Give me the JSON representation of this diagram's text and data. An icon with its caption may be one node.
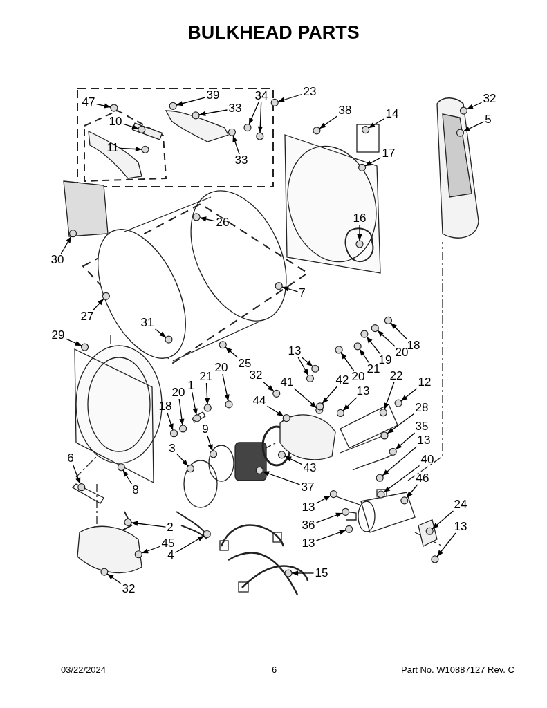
{
  "diagram": {
    "title": "BULKHEAD PARTS",
    "nodes": [
      {
        "text": [
          "47"
        ]
      },
      {
        "text": [
          "39"
        ]
      },
      {
        "text": [
          "33"
        ]
      },
      {
        "text": [
          "34"
        ]
      },
      {
        "text": [
          "23"
        ]
      },
      {
        "text": [
          "10"
        ]
      },
      {
        "text": [
          "11"
        ]
      },
      {
        "text": [
          "33"
        ]
      },
      {
        "text": [
          "38"
        ]
      },
      {
        "text": [
          "14"
        ]
      },
      {
        "text": [
          "17"
        ]
      },
      {
        "text": [
          "32"
        ]
      },
      {
        "text": [
          "5"
        ]
      },
      {
        "text": [
          "16"
        ]
      },
      {
        "text": [
          "26"
        ]
      },
      {
        "text": [
          "30"
        ]
      },
      {
        "text": [
          "7"
        ]
      },
      {
        "text": [
          "27"
        ]
      },
      {
        "text": [
          "31"
        ]
      },
      {
        "text": [
          "29"
        ]
      },
      {
        "text": [
          "25"
        ]
      },
      {
        "text": [
          "18"
        ]
      },
      {
        "text": [
          "20"
        ]
      },
      {
        "text": [
          "19"
        ]
      },
      {
        "text": [
          "21"
        ]
      },
      {
        "text": [
          "20"
        ]
      },
      {
        "text": [
          "13"
        ]
      },
      {
        "text": [
          "41"
        ]
      },
      {
        "text": [
          "42"
        ]
      },
      {
        "text": [
          "13"
        ]
      },
      {
        "text": [
          "22"
        ]
      },
      {
        "text": [
          "12"
        ]
      },
      {
        "text": [
          "28"
        ]
      },
      {
        "text": [
          "35"
        ]
      },
      {
        "text": [
          "13"
        ]
      },
      {
        "text": [
          "40"
        ]
      },
      {
        "text": [
          "46"
        ]
      },
      {
        "text": [
          "24"
        ]
      },
      {
        "text": [
          "13"
        ]
      },
      {
        "text": [
          "13"
        ]
      },
      {
        "text": [
          "36"
        ]
      },
      {
        "text": [
          "13"
        ]
      },
      {
        "text": [
          "15"
        ]
      },
      {
        "text": [
          "32"
        ]
      },
      {
        "text": [
          "44"
        ]
      },
      {
        "text": [
          "21"
        ]
      },
      {
        "text": [
          "20"
        ]
      },
      {
        "text": [
          "18"
        ]
      },
      {
        "text": [
          "20"
        ]
      },
      {
        "text": [
          "1"
        ]
      },
      {
        "text": [
          "9"
        ]
      },
      {
        "text": [
          "3"
        ]
      },
      {
        "text": [
          "43"
        ]
      },
      {
        "text": [
          "37"
        ]
      },
      {
        "text": [
          "6"
        ]
      },
      {
        "text": [
          "8"
        ]
      },
      {
        "text": [
          "2"
        ]
      },
      {
        "text": [
          "45"
        ]
      },
      {
        "text": [
          "4"
        ]
      },
      {
        "text": [
          "32"
        ]
      },
      {
        "text": [],
        "shape": "circle"
      },
      {
        "text": [],
        "shape": "circle"
      },
      {
        "text": [],
        "shape": "circle"
      },
      {
        "text": [],
        "shape": "circle"
      },
      {
        "text": [],
        "shape": "circle"
      },
      {
        "text": [],
        "shape": "circle"
      },
      {
        "text": [],
        "shape": "circle"
      },
      {
        "text": [],
        "shape": "circle"
      },
      {
        "text": [],
        "shape": "circle"
      },
      {
        "text": [],
        "shape": "circle"
      },
      {
        "text": [],
        "shape": "circle"
      },
      {
        "text": [],
        "shape": "circle"
      },
      {
        "text": [],
        "shape": "circle"
      },
      {
        "text": [],
        "shape": "circle"
      },
      {
        "text": [],
        "shape": "circle"
      },
      {
        "text": [],
        "shape": "circle"
      },
      {
        "text": [],
        "shape": "circle"
      },
      {
        "text": [],
        "shape": "circle"
      },
      {
        "text": [],
        "shape": "circle"
      },
      {
        "text": [],
        "shape": "circle"
      },
      {
        "text": [],
        "shape": "circle"
      },
      {
        "text": [],
        "shape": "circle"
      },
      {
        "text": [],
        "shape": "circle"
      },
      {
        "text": [],
        "shape": "circle"
      },
      {
        "text": [],
        "shape": "circle"
      },
      {
        "text": [],
        "shape": "circle"
      },
      {
        "text": [],
        "shape": "circle"
      },
      {
        "text": [],
        "shape": "circle"
      },
      {
        "text": [],
        "shape": "circle"
      },
      {
        "text": [],
        "shape": "circle"
      },
      {
        "text": [],
        "shape": "circle"
      },
      {
        "text": [],
        "shape": "circle"
      },
      {
        "text": [],
        "shape": "circle"
      },
      {
        "text": [],
        "shape": "circle"
      },
      {
        "text": [],
        "shape": "circle"
      },
      {
        "text": [],
        "shape": "circle"
      },
      {
        "text": [],
        "shape": "circle"
      },
      {
        "text": [],
        "shape": "circle"
      },
      {
        "text": [],
        "shape": "circle"
      },
      {
        "text": [],
        "shape": "circle"
      },
      {
        "text": [],
        "shape": "circle"
      },
      {
        "text": [],
        "shape": "circle"
      },
      {
        "text": [],
        "shape": "circle"
      },
      {
        "text": [],
        "shape": "circle"
      },
      {
        "text": [],
        "shape": "circle"
      },
      {
        "text": [],
        "shape": "circle"
      },
      {
        "text": [],
        "shape": "circle"
      },
      {
        "text": [],
        "shape": "circle"
      },
      {
        "text": [],
        "shape": "circle"
      },
      {
        "text": [],
        "shape": "circle"
      },
      {
        "text": [],
        "shape": "circle"
      },
      {
        "text": [],
        "shape": "circle"
      },
      {
        "text": [],
        "shape": "circle"
      },
      {
        "text": [],
        "shape": "circle"
      },
      {
        "text": [],
        "shape": "circle"
      },
      {
        "text": [],
        "shape": "circle"
      },
      {
        "text": [],
        "shape": "circle"
      },
      {
        "text": [],
        "shape": "circle"
      },
      {
        "text": [],
        "shape": "circle"
      },
      {
        "text": [],
        "shape": "circle"
      },
      {
        "text": [],
        "shape": "circle"
      },
      {
        "text": [],
        "shape": "circle"
      }
    ],
    "edges": [
      {
        "from": 0,
        "to": 60,
        "arrow": "to"
      },
      {
        "from": 1,
        "to": 61,
        "arrow": "to"
      },
      {
        "from": 2,
        "to": 62,
        "arrow": "to"
      },
      {
        "from": 3,
        "to": 63,
        "arrow": "to"
      },
      {
        "from": 3,
        "to": 64,
        "arrow": "to"
      },
      {
        "from": 4,
        "to": 65,
        "arrow": "to"
      },
      {
        "from": 5,
        "to": 66,
        "arrow": "to"
      },
      {
        "from": 6,
        "to": 67,
        "arrow": "to"
      },
      {
        "from": 7,
        "to": 68,
        "arrow": "to"
      },
      {
        "from": 8,
        "to": 69,
        "arrow": "to"
      },
      {
        "from": 9,
        "to": 70,
        "arrow": "to"
      },
      {
        "from": 10,
        "to": 71,
        "arrow": "to"
      },
      {
        "from": 11,
        "to": 72,
        "arrow": "to"
      },
      {
        "from": 12,
        "to": 73,
        "arrow": "to"
      },
      {
        "from": 13,
        "to": 74,
        "arrow": "to"
      },
      {
        "from": 14,
        "to": 75,
        "arrow": "to"
      },
      {
        "from": 15,
        "to": 76,
        "arrow": "to"
      },
      {
        "from": 16,
        "to": 77,
        "arrow": "to"
      },
      {
        "from": 17,
        "to": 78,
        "arrow": "to"
      },
      {
        "from": 18,
        "to": 79,
        "arrow": "to"
      },
      {
        "from": 19,
        "to": 80,
        "arrow": "to"
      },
      {
        "from": 20,
        "to": 81,
        "arrow": "to"
      },
      {
        "from": 21,
        "to": 82,
        "arrow": "to"
      },
      {
        "from": 22,
        "to": 83,
        "arrow": "to"
      },
      {
        "from": 23,
        "to": 84,
        "arrow": "to"
      },
      {
        "from": 24,
        "to": 85,
        "arrow": "to"
      },
      {
        "from": 25,
        "to": 86,
        "arrow": "to"
      },
      {
        "from": 26,
        "to": 87,
        "arrow": "to"
      },
      {
        "from": 26,
        "to": 88,
        "arrow": "to"
      },
      {
        "from": 27,
        "to": 89,
        "arrow": "to"
      },
      {
        "from": 28,
        "to": 90,
        "arrow": "to"
      },
      {
        "from": 29,
        "to": 91,
        "arrow": "to"
      },
      {
        "from": 30,
        "to": 92,
        "arrow": "to"
      },
      {
        "from": 31,
        "to": 93,
        "arrow": "to"
      },
      {
        "from": 32,
        "to": 94,
        "arrow": "to"
      },
      {
        "from": 33,
        "to": 95,
        "arrow": "to"
      },
      {
        "from": 34,
        "to": 96,
        "arrow": "to"
      },
      {
        "from": 35,
        "to": 97,
        "arrow": "to"
      },
      {
        "from": 36,
        "to": 98,
        "arrow": "to"
      },
      {
        "from": 37,
        "to": 99,
        "arrow": "to"
      },
      {
        "from": 38,
        "to": 100,
        "arrow": "to"
      },
      {
        "from": 39,
        "to": 101,
        "arrow": "to"
      },
      {
        "from": 40,
        "to": 102,
        "arrow": "to"
      },
      {
        "from": 41,
        "to": 103,
        "arrow": "to"
      },
      {
        "from": 42,
        "to": 104,
        "arrow": "to"
      },
      {
        "from": 43,
        "to": 105,
        "arrow": "to"
      },
      {
        "from": 44,
        "to": 106,
        "arrow": "to"
      },
      {
        "from": 45,
        "to": 107,
        "arrow": "to"
      },
      {
        "from": 46,
        "to": 108,
        "arrow": "to"
      },
      {
        "from": 47,
        "to": 109,
        "arrow": "to"
      },
      {
        "from": 48,
        "to": 110,
        "arrow": "to"
      },
      {
        "from": 49,
        "to": 111,
        "arrow": "to"
      },
      {
        "from": 50,
        "to": 112,
        "arrow": "to"
      },
      {
        "from": 51,
        "to": 113,
        "arrow": "to"
      },
      {
        "from": 52,
        "to": 114,
        "arrow": "to"
      },
      {
        "from": 53,
        "to": 115,
        "arrow": "to"
      },
      {
        "from": 54,
        "to": 116,
        "arrow": "to"
      },
      {
        "from": 55,
        "to": 117,
        "arrow": "to"
      },
      {
        "from": 56,
        "to": 118,
        "arrow": "to"
      },
      {
        "from": 57,
        "to": 119,
        "arrow": "to"
      },
      {
        "from": 58,
        "to": 120,
        "arrow": "to"
      },
      {
        "from": 59,
        "to": 121,
        "arrow": "to"
      }
    ],
    "labels": [
      "03/22/2024",
      "6",
      "Part No. W10887127 Rev. C"
    ]
  }
}
